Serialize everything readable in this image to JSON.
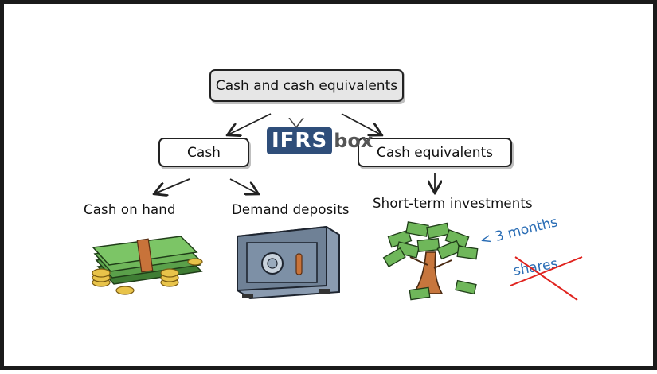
{
  "diagram": {
    "root": "Cash and cash equivalents",
    "cash": "Cash",
    "equivalents": "Cash equivalents",
    "cash_on_hand": "Cash on hand",
    "demand_deposits": "Demand deposits",
    "short_term": "Short-term investments",
    "note_months": "< 3 months",
    "note_shares": "shares"
  },
  "logo": {
    "mark": "IFRS",
    "word": "box"
  },
  "colors": {
    "logo_blue": "#2f4e7a",
    "note_blue": "#2a6db5",
    "strike_red": "#e0241f",
    "money_green": "#5aa04a",
    "safe_gray": "#6f8196"
  },
  "icons": [
    "money-stack-icon",
    "safe-icon",
    "money-tree-icon"
  ]
}
